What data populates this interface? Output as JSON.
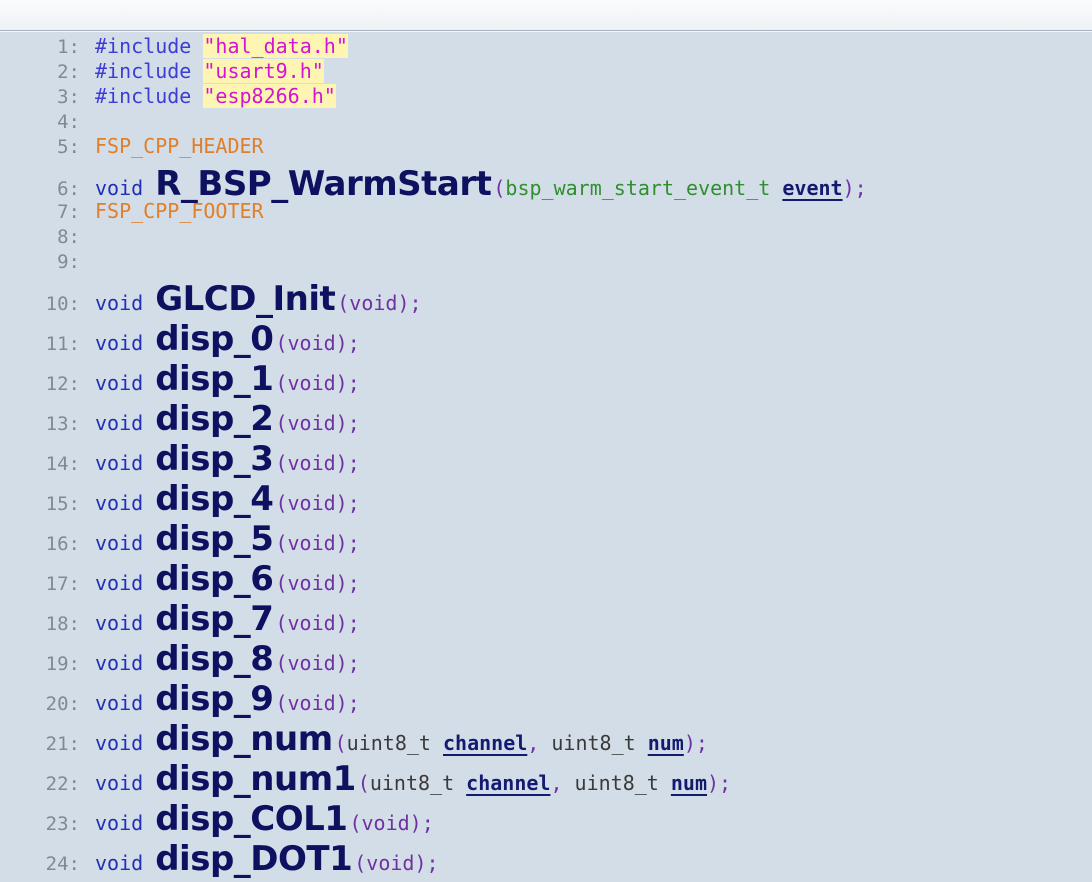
{
  "lines": [
    {
      "n": "1:",
      "parts": [
        {
          "t": "#include ",
          "c": "kw-pre"
        },
        {
          "t": "\"hal_data.h\"",
          "c": "str"
        }
      ]
    },
    {
      "n": "2:",
      "parts": [
        {
          "t": "#include ",
          "c": "kw-pre"
        },
        {
          "t": "\"usart9.h\"",
          "c": "str"
        }
      ]
    },
    {
      "n": "3:",
      "parts": [
        {
          "t": "#include ",
          "c": "kw-pre"
        },
        {
          "t": "\"esp8266.h\"",
          "c": "str"
        }
      ]
    },
    {
      "n": "4:",
      "parts": []
    },
    {
      "n": "5:",
      "parts": [
        {
          "t": "FSP_CPP_HEADER",
          "c": "macro"
        }
      ]
    },
    {
      "n": "6:",
      "parts": [
        {
          "t": "void ",
          "c": "kw"
        },
        {
          "t": "R_BSP_WarmStart",
          "c": "fn"
        },
        {
          "t": "(",
          "c": "paren"
        },
        {
          "t": "bsp_warm_start_event_t ",
          "c": "type-green"
        },
        {
          "t": "event",
          "c": "param"
        },
        {
          "t": ");",
          "c": "punct"
        }
      ]
    },
    {
      "n": "7:",
      "parts": [
        {
          "t": "FSP_CPP_FOOTER",
          "c": "macro"
        }
      ]
    },
    {
      "n": "8:",
      "parts": []
    },
    {
      "n": "9:",
      "parts": []
    },
    {
      "n": "10:",
      "parts": [
        {
          "t": "void ",
          "c": "kw"
        },
        {
          "t": "GLCD_Init",
          "c": "fn"
        },
        {
          "t": "(void);",
          "c": "paren"
        }
      ]
    },
    {
      "n": "11:",
      "parts": [
        {
          "t": "void ",
          "c": "kw"
        },
        {
          "t": "disp_0",
          "c": "fn"
        },
        {
          "t": "(void);",
          "c": "paren"
        }
      ]
    },
    {
      "n": "12:",
      "parts": [
        {
          "t": "void ",
          "c": "kw"
        },
        {
          "t": "disp_1",
          "c": "fn"
        },
        {
          "t": "(void);",
          "c": "paren"
        }
      ]
    },
    {
      "n": "13:",
      "parts": [
        {
          "t": "void ",
          "c": "kw"
        },
        {
          "t": "disp_2",
          "c": "fn"
        },
        {
          "t": "(void);",
          "c": "paren"
        }
      ]
    },
    {
      "n": "14:",
      "parts": [
        {
          "t": "void ",
          "c": "kw"
        },
        {
          "t": "disp_3",
          "c": "fn"
        },
        {
          "t": "(void);",
          "c": "paren"
        }
      ]
    },
    {
      "n": "15:",
      "parts": [
        {
          "t": "void ",
          "c": "kw"
        },
        {
          "t": "disp_4",
          "c": "fn"
        },
        {
          "t": "(void);",
          "c": "paren"
        }
      ]
    },
    {
      "n": "16:",
      "parts": [
        {
          "t": "void ",
          "c": "kw"
        },
        {
          "t": "disp_5",
          "c": "fn"
        },
        {
          "t": "(void);",
          "c": "paren"
        }
      ]
    },
    {
      "n": "17:",
      "parts": [
        {
          "t": "void ",
          "c": "kw"
        },
        {
          "t": "disp_6",
          "c": "fn"
        },
        {
          "t": "(void);",
          "c": "paren"
        }
      ]
    },
    {
      "n": "18:",
      "parts": [
        {
          "t": "void ",
          "c": "kw"
        },
        {
          "t": "disp_7",
          "c": "fn"
        },
        {
          "t": "(void);",
          "c": "paren"
        }
      ]
    },
    {
      "n": "19:",
      "parts": [
        {
          "t": "void ",
          "c": "kw"
        },
        {
          "t": "disp_8",
          "c": "fn"
        },
        {
          "t": "(void);",
          "c": "paren"
        }
      ]
    },
    {
      "n": "20:",
      "parts": [
        {
          "t": "void ",
          "c": "kw"
        },
        {
          "t": "disp_9",
          "c": "fn"
        },
        {
          "t": "(void);",
          "c": "paren"
        }
      ]
    },
    {
      "n": "21:",
      "parts": [
        {
          "t": "void ",
          "c": "kw"
        },
        {
          "t": "disp_num",
          "c": "fn"
        },
        {
          "t": "(",
          "c": "paren"
        },
        {
          "t": "uint8_t ",
          "c": "ptype"
        },
        {
          "t": "channel",
          "c": "param"
        },
        {
          "t": ", ",
          "c": "punct"
        },
        {
          "t": "uint8_t ",
          "c": "ptype"
        },
        {
          "t": "num",
          "c": "param"
        },
        {
          "t": ");",
          "c": "punct"
        }
      ]
    },
    {
      "n": "22:",
      "parts": [
        {
          "t": "void ",
          "c": "kw"
        },
        {
          "t": "disp_num1",
          "c": "fn"
        },
        {
          "t": "(",
          "c": "paren"
        },
        {
          "t": "uint8_t ",
          "c": "ptype"
        },
        {
          "t": "channel",
          "c": "param"
        },
        {
          "t": ", ",
          "c": "punct"
        },
        {
          "t": "uint8_t ",
          "c": "ptype"
        },
        {
          "t": "num",
          "c": "param"
        },
        {
          "t": ");",
          "c": "punct"
        }
      ]
    },
    {
      "n": "23:",
      "parts": [
        {
          "t": "void ",
          "c": "kw"
        },
        {
          "t": "disp_COL1",
          "c": "fn"
        },
        {
          "t": "(void);",
          "c": "paren"
        }
      ]
    },
    {
      "n": "24:",
      "parts": [
        {
          "t": "void ",
          "c": "kw"
        },
        {
          "t": "disp_DOT1",
          "c": "fn"
        },
        {
          "t": "(void);",
          "c": "paren"
        }
      ]
    }
  ]
}
